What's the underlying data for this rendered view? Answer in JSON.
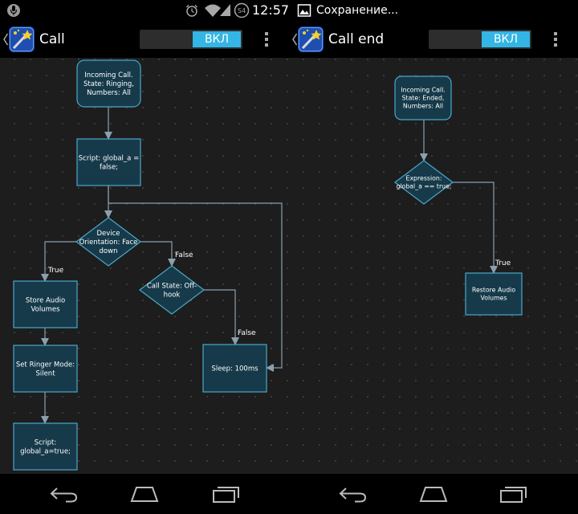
{
  "status_bar": {
    "network_badge": "S4",
    "time": "12:57",
    "notification_text": "Сохранение..."
  },
  "panes": [
    {
      "title": "Call",
      "toggle_label": "ВКЛ",
      "nodes": [
        {
          "lines": [
            "Incoming Call.",
            "State: Ringing,",
            "Numbers: All"
          ]
        },
        {
          "lines": [
            "Script: global_a =",
            "false;"
          ]
        },
        {
          "lines": [
            "Device",
            "Orientation: Face",
            "down"
          ]
        },
        {
          "lines": [
            "Store Audio",
            "Volumes"
          ]
        },
        {
          "lines": [
            "Call State: Off-",
            "hook"
          ]
        },
        {
          "lines": [
            "Set Ringer Mode:",
            "Silent"
          ]
        },
        {
          "lines": [
            "Sleep: 100ms"
          ]
        },
        {
          "lines": [
            "Script:",
            "global_a=true;"
          ]
        }
      ],
      "edge_labels": [
        "True",
        "False",
        "False"
      ]
    },
    {
      "title": "Call end",
      "toggle_label": "ВКЛ",
      "nodes": [
        {
          "lines": [
            "Incoming Call.",
            "State: Ended,",
            "Numbers: All"
          ]
        },
        {
          "lines": [
            "Expression:",
            "global_a == true;"
          ]
        },
        {
          "lines": [
            "Restore Audio",
            "Volumes"
          ]
        }
      ],
      "edge_labels": [
        "True"
      ]
    }
  ],
  "colors": {
    "node_fill": "#163a4a",
    "node_stroke": "#4ba8c8",
    "edge": "#8aa0ae",
    "accent": "#33b5e5"
  }
}
